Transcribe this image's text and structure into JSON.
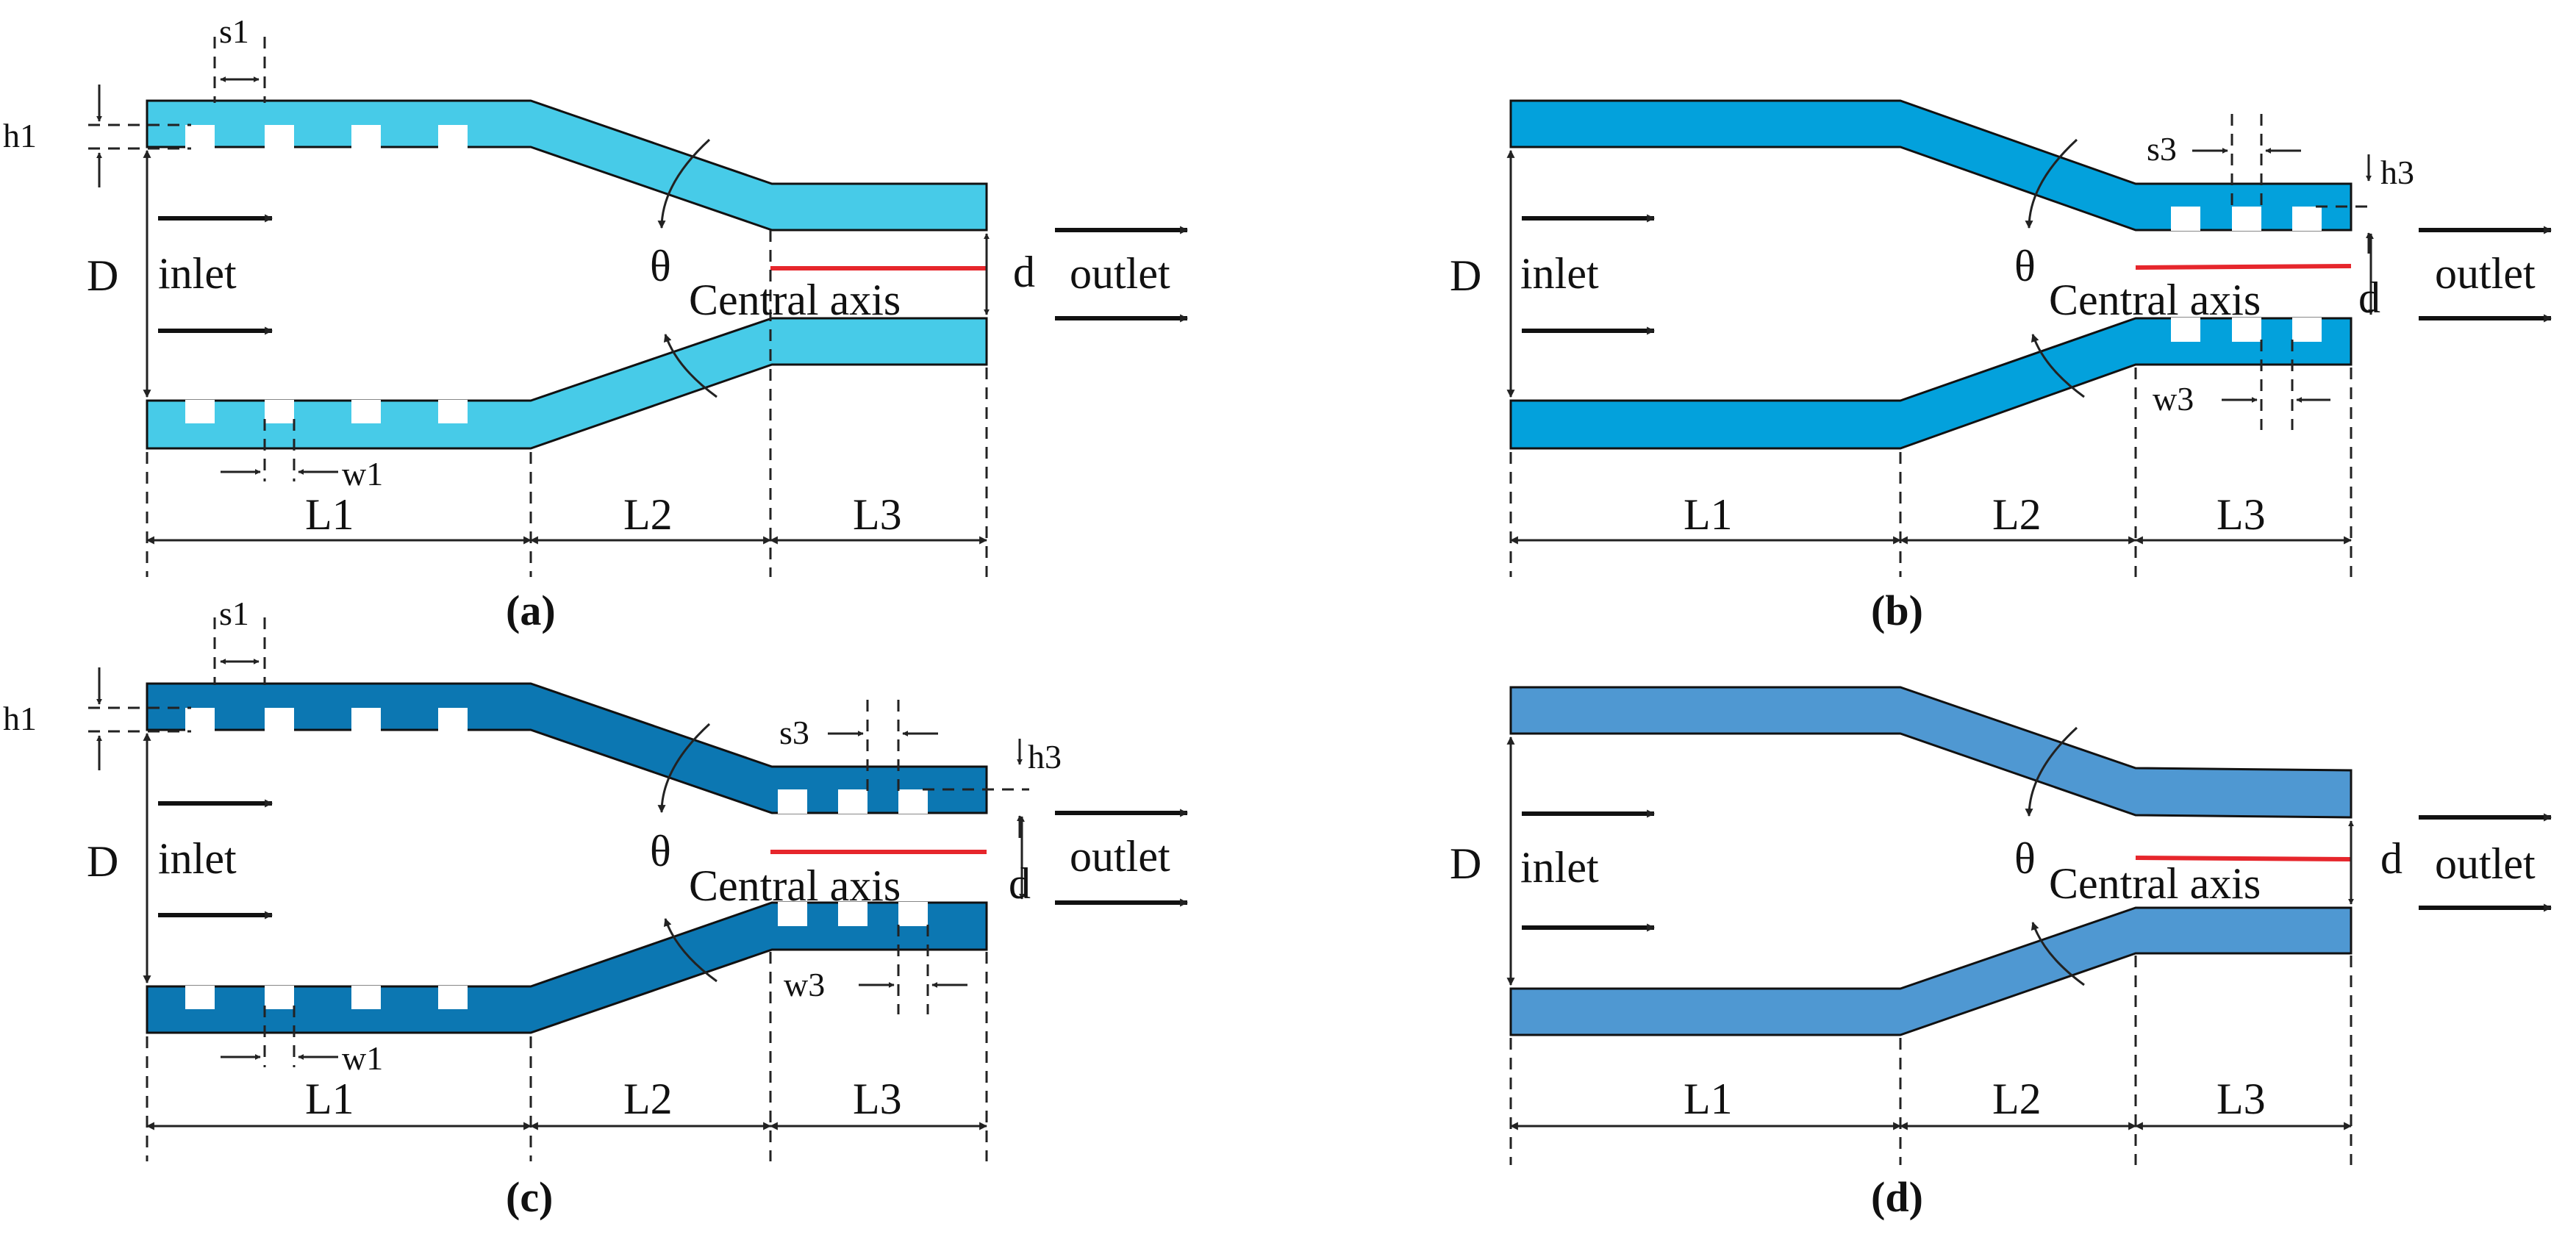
{
  "colors": {
    "a": "#47cbe8",
    "b": "#03a1dc",
    "c": "#0c77b2",
    "d": "#4f98d2",
    "axis": "#e6262c",
    "line": "#111111"
  },
  "labels": {
    "inlet": "inlet",
    "outlet": "outlet",
    "central_axis": "Central axis",
    "D": "D",
    "d": "d",
    "theta": "θ",
    "L1": "L1",
    "L2": "L2",
    "L3": "L3",
    "s1": "s1",
    "h1": "h1",
    "w1": "w1",
    "s3": "s3",
    "h3": "h3",
    "w3": "w3"
  },
  "captions": {
    "a": "(a)",
    "b": "(b)",
    "c": "(c)",
    "d": "(d)"
  },
  "panels": [
    {
      "id": "a",
      "inlet_grooves": true,
      "outlet_grooves": false
    },
    {
      "id": "b",
      "inlet_grooves": false,
      "outlet_grooves": true
    },
    {
      "id": "c",
      "inlet_grooves": true,
      "outlet_grooves": true
    },
    {
      "id": "d",
      "inlet_grooves": false,
      "outlet_grooves": false
    }
  ]
}
